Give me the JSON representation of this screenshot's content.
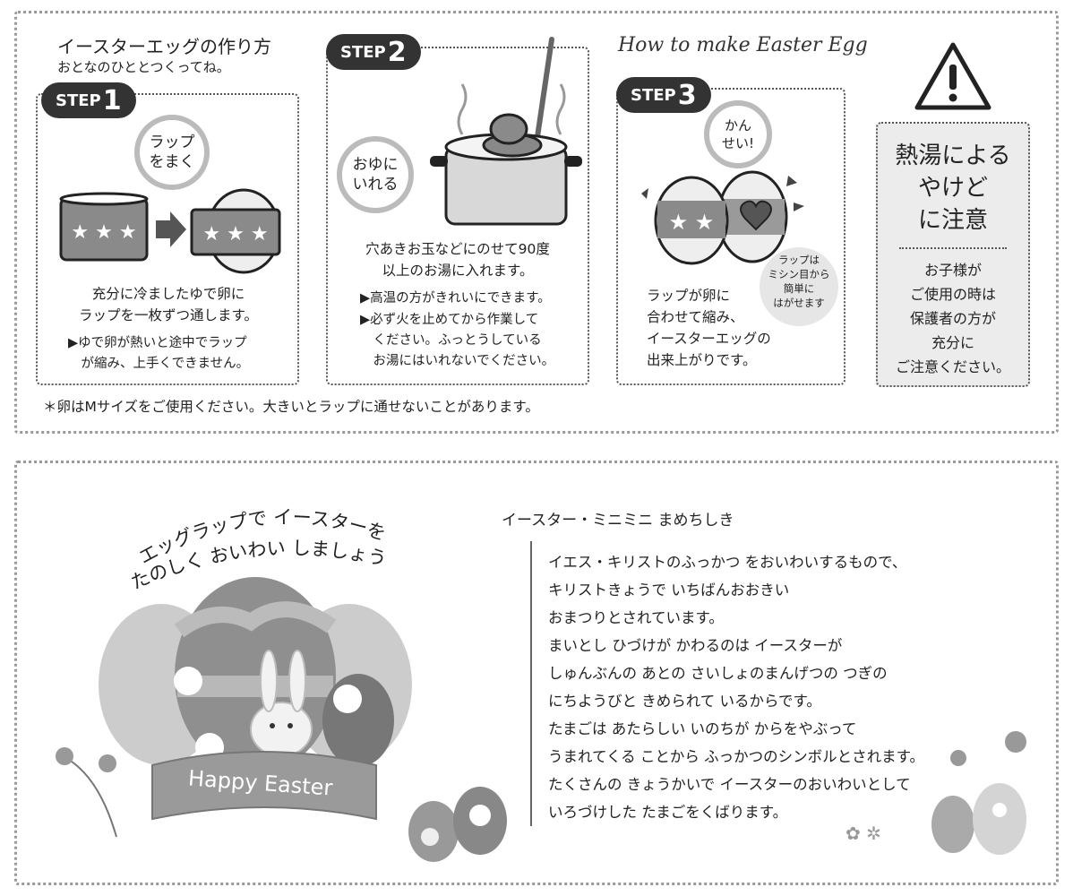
{
  "header": {
    "title": "イースターエッグの作り方",
    "subtitle": "おとなのひととつくってね。",
    "english_title": "How to make Easter Egg"
  },
  "steps": [
    {
      "label": "STEP",
      "number": "1",
      "bubble": "ラップ\nをまく",
      "text": "充分に冷ましたゆで卵に\nラップを一枚ずつ通します。",
      "note": "▶ゆで卵が熱いと途中でラップ\n　が縮み、上手くできません。"
    },
    {
      "label": "STEP",
      "number": "2",
      "bubble": "おゆに\nいれる",
      "text": "穴あきお玉などにのせて90度\n以上のお湯に入れます。",
      "note1": "▶高温の方がきれいにできます。",
      "note2": "▶必ず火を止めてから作業して\n　ください。ふっとうしている\n　お湯にはいれないでください。"
    },
    {
      "label": "STEP",
      "number": "3",
      "bubble": "かん\nせい!",
      "text": "ラップが卵に\n合わせて縮み、\nイースターエッグの\n出来上がりです。",
      "tip": "ラップは\nミシン目から\n簡単に\nはがせます"
    }
  ],
  "caution": {
    "title": "熱湯による\nやけど\nに注意",
    "text": "お子様が\nご使用の時は\n保護者の方が\n充分に\nご注意ください。"
  },
  "footnote": "＊卵はMサイズをご使用ください。大きいとラップに通せないことがあります。",
  "bottom": {
    "curved_line1": "エッグラップで イースターを",
    "curved_line2": "たのしく おいわい しましょう",
    "banner": "Happy Easter",
    "story_title": "イースター・ミニミニ まめちしき",
    "story": "イエス・キリストのふっかつ をおいわいするもので、\nキリストきょうで いちばんおおきい\nおまつりとされています。\nまいとし ひづけが かわるのは イースターが\nしゅんぶんの あとの さいしょのまんげつの つぎの\nにちようびと きめられて いるからです。\nたまごは あたらしい いのちが からをやぶって\nうまれてくる ことから ふっかつのシンボルとされます。\nたくさんの きょうかいで イースターのおいわいとして\nいろづけした たまごをくばります。"
  },
  "colors": {
    "dark": "#333333",
    "mid": "#8a8a8a",
    "light": "#d0d0d0",
    "bg_gray": "#ececec"
  }
}
